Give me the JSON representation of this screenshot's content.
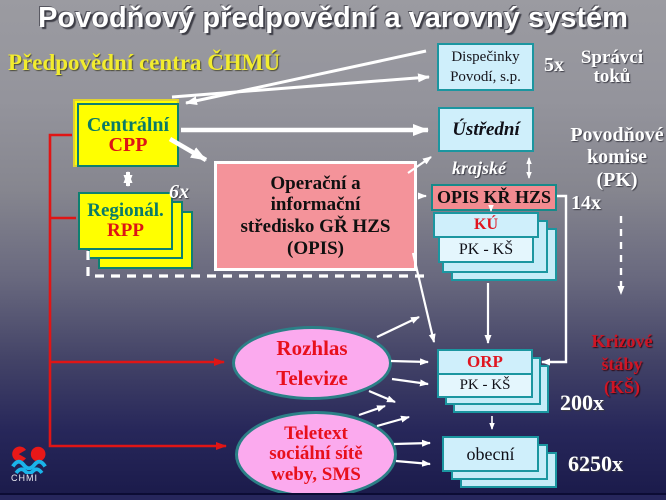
{
  "slide": {
    "title": "Povodňový předpovědní a varovný systém",
    "heading": "Předpovědní centra ČHMÚ",
    "logo_text": "CHMI"
  },
  "nodes": {
    "centralni": {
      "name": "Centrální",
      "abbr": "CPP"
    },
    "regionalni": {
      "name": "Regionál.",
      "abbr": "RPP"
    },
    "opis_gr": {
      "line1": "Operační a",
      "line2": "informační",
      "line3": "středisko GŘ HZS",
      "line4": "(OPIS)"
    },
    "dispecinky": {
      "line1": "Dispečinky",
      "line2": "Povodí, s.p."
    },
    "ustredni": {
      "name": "Ústřední"
    },
    "opis_kr": {
      "name": "OPIS KŘ HZS"
    },
    "ku": {
      "name": "KÚ",
      "sub": "PK - KŠ"
    },
    "orp": {
      "name": "ORP",
      "sub": "PK - KŠ"
    },
    "obecni": {
      "name": "obecní"
    },
    "rozhlas": {
      "line1": "Rozhlas",
      "line2": "Televize"
    },
    "teletext": {
      "line1": "Teletext",
      "line2": "sociální sítě",
      "line3": "weby, SMS"
    }
  },
  "labels": {
    "krajske": "krajské",
    "spravci_toku": {
      "line1": "Správci",
      "line2": "toků"
    },
    "povodnove_komise": {
      "line1": "Povodňové",
      "line2": "komise",
      "line3": "(PK)"
    },
    "krizove_staby": {
      "line1": "Krizové",
      "line2": "štáby",
      "line3": "(KŠ)"
    }
  },
  "counts": {
    "dispecinky": "5x",
    "rpp": "6x",
    "kraje": "14x",
    "orp": "200x",
    "obce": "6250x"
  },
  "colors": {
    "yellow_box": "#ffff00",
    "teal_border": "#0e8070",
    "salmon_box": "#f4939a",
    "light_blue_box": "#cfeffb",
    "pink_ellipse": "#fbaaee",
    "red_accent": "#dd1515",
    "heading_yellow": "#f2ec2e",
    "background_top": "#9b9ba1",
    "background_bottom": "#1a1a4a"
  }
}
